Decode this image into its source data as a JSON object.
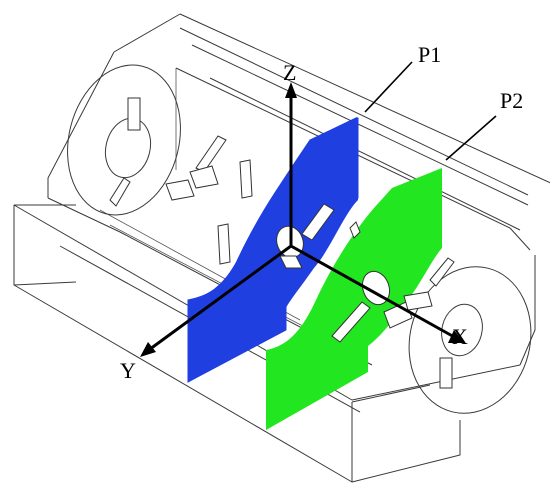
{
  "labels": {
    "plane1": "P1",
    "plane2": "P2",
    "axis_x": "X",
    "axis_y": "Y",
    "axis_z": "Z"
  },
  "colors": {
    "plane1": "#1f3fe0",
    "plane2": "#22e61f",
    "wireframe": "#3a3a3a",
    "background": "#ffffff"
  }
}
